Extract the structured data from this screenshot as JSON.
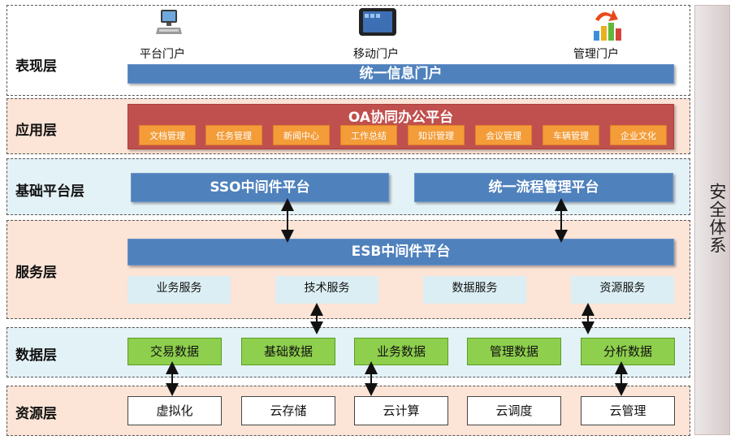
{
  "security": {
    "label": "安全体系"
  },
  "layers": {
    "presentation": "表现层",
    "application": "应用层",
    "platform": "基础平台层",
    "service": "服务层",
    "data": "数据层",
    "resource": "资源层"
  },
  "portals": {
    "platform": "平台门户",
    "mobile": "移动门户",
    "management": "管理门户",
    "unified": "统一信息门户"
  },
  "oa": {
    "title": "OA协同办公平台",
    "items": [
      "文档管理",
      "任务管理",
      "新闻中心",
      "工作总结",
      "知识管理",
      "会议管理",
      "车辆管理",
      "企业文化"
    ]
  },
  "platform": {
    "sso": "SSO中间件平台",
    "workflow": "统一流程管理平台"
  },
  "esb": {
    "label": "ESB中间件平台"
  },
  "services": [
    "业务服务",
    "技术服务",
    "数据服务",
    "资源服务"
  ],
  "data_items": [
    "交易数据",
    "基础数据",
    "业务数据",
    "管理数据",
    "分析数据"
  ],
  "resources": [
    "虚拟化",
    "云存储",
    "云计算",
    "云调度",
    "云管理"
  ],
  "colors": {
    "blue": "#4f81bd",
    "oa_red": "#c0504d",
    "oa_orange": "#f39c38",
    "green": "#8ecf4d",
    "layer_peach": "#fce4d6",
    "layer_blue": "#e3f2f7"
  }
}
